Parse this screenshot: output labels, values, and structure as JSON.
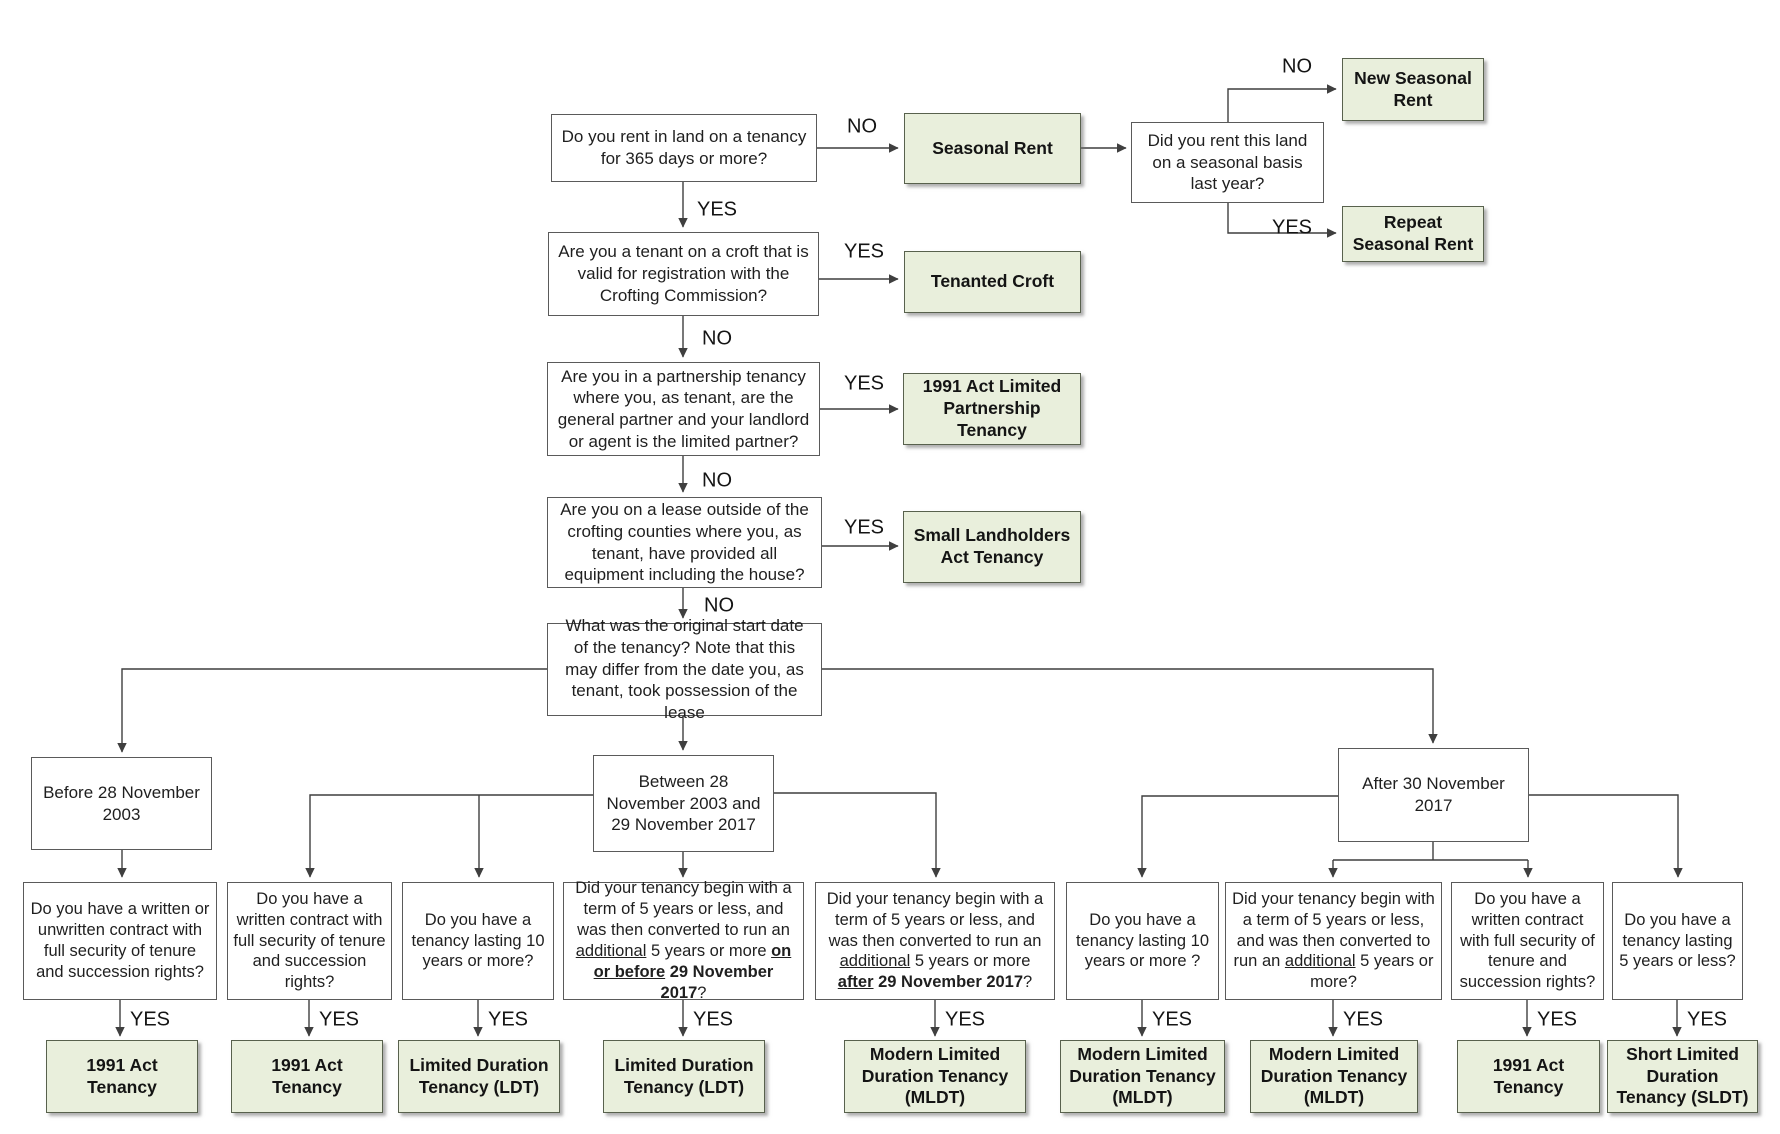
{
  "colors": {
    "node-green": "#e9efdc",
    "node-green-border": "#58614d",
    "node-border": "#5a5a5a",
    "line": "#3f3f3f"
  },
  "labels": {
    "yes": "YES",
    "no": "NO"
  },
  "main": {
    "q_rent365": "Do you rent in land on a tenancy for 365 days or more?",
    "q_croft": "Are you a tenant on a croft that is valid for registration with the Crofting Commission?",
    "q_partnership": "Are you in a partnership tenancy where you, as tenant, are the general partner and your landlord or agent is the limited partner?",
    "q_lease_outside": "Are you on a lease outside of the crofting counties where you, as tenant, have provided all equipment including the house?",
    "q_start_date": "What was the original start date of the tenancy? Note that this may differ from the date you, as tenant, took possession of the lease",
    "q_seasonal_last_year": "Did you rent this land on a seasonal basis last year?"
  },
  "outcomes": {
    "seasonal_rent": "Seasonal Rent",
    "new_seasonal_rent": "New Seasonal Rent",
    "repeat_seasonal_rent": "Repeat Seasonal Rent",
    "tenanted_croft": "Tenanted Croft",
    "limited_partnership": "1991 Act Limited Partnership Tenancy",
    "small_landholders": "Small Landholders Act Tenancy"
  },
  "dates": {
    "before": "Before 28 November 2003",
    "between": "Between 28 November 2003 and 29 November 2017",
    "after": "After 30 November 2017"
  },
  "bottom": {
    "q1": "Do you have a written or unwritten contract with full security of tenure and succession rights?",
    "q2": "Do you have a written contract with full security of tenure and succession rights?",
    "q3": "Do you have a tenancy lasting 10 years or more?",
    "q4": {
      "a": "Did your tenancy begin with a term of 5 years or less, and was then converted to run an ",
      "b": "additional",
      "c": " 5 years or more ",
      "d": "on or before",
      "e": " 29 November 2017",
      "f": "?"
    },
    "q5": {
      "a": "Did your tenancy begin with a term of 5 years or less, and was then converted to run an ",
      "b": "additional",
      "c": " 5 years or more ",
      "d": "after",
      "e": " 29 November 2017",
      "f": "?"
    },
    "q6": "Do you have a tenancy lasting 10 years or more ?",
    "q7": {
      "a": "Did your tenancy begin with a term of 5 years or less, and was then converted to run an ",
      "b": "additional",
      "c": " 5 years or more?"
    },
    "q8": "Do you have a written contract with full security of tenure and succession rights?",
    "q9": "Do you have a tenancy lasting 5 years or less?",
    "r1": "1991 Act Tenancy",
    "r2": "1991 Act Tenancy",
    "r3": "Limited Duration Tenancy (LDT)",
    "r4": "Limited Duration Tenancy (LDT)",
    "r5": "Modern Limited Duration Tenancy (MLDT)",
    "r6": "Modern Limited Duration Tenancy (MLDT)",
    "r7": "Modern Limited Duration Tenancy (MLDT)",
    "r8": "1991 Act Tenancy",
    "r9": "Short Limited Duration Tenancy (SLDT)"
  }
}
